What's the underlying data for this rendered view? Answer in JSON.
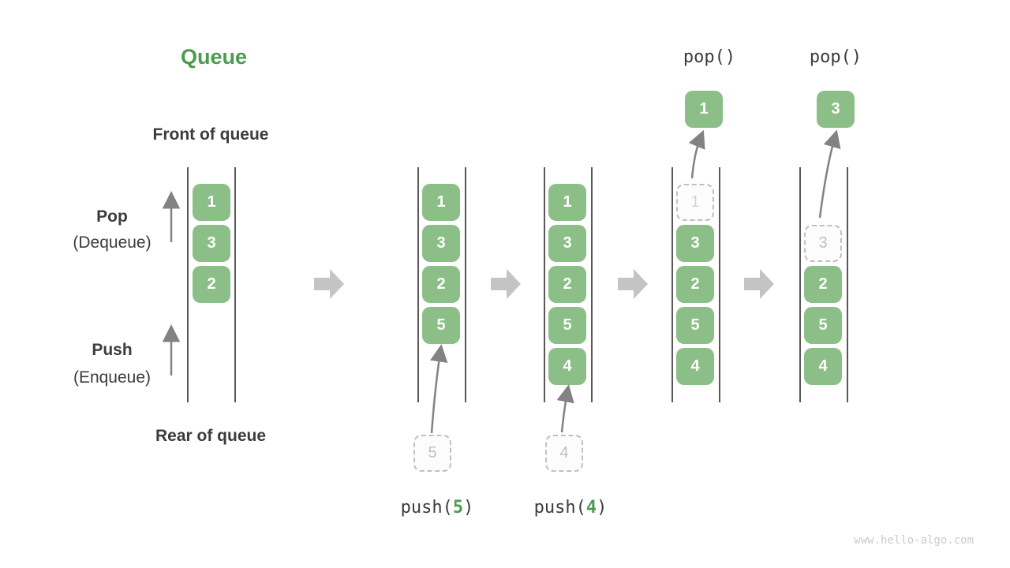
{
  "title": "Queue",
  "watermark": "www.hello-algo.com",
  "labels": {
    "front_of_queue": "Front of queue",
    "rear_of_queue": "Rear of queue",
    "pop": "Pop",
    "pop_sub": "(Dequeue)",
    "push": "Push",
    "push_sub": "(Enqueue)"
  },
  "columns": [
    {
      "boxes": [
        {
          "v": "1"
        },
        {
          "v": "3"
        },
        {
          "v": "2"
        }
      ]
    },
    {
      "boxes": [
        {
          "v": "1"
        },
        {
          "v": "3"
        },
        {
          "v": "2"
        },
        {
          "v": "5"
        }
      ]
    },
    {
      "boxes": [
        {
          "v": "1"
        },
        {
          "v": "3"
        },
        {
          "v": "2"
        },
        {
          "v": "5"
        },
        {
          "v": "4"
        }
      ]
    },
    {
      "boxes": [
        {
          "v": "1",
          "ghost": true
        },
        {
          "v": "3"
        },
        {
          "v": "2"
        },
        {
          "v": "5"
        },
        {
          "v": "4"
        }
      ]
    },
    {
      "boxes": [
        {
          "v": "3",
          "ghost": true
        },
        {
          "v": "2"
        },
        {
          "v": "5"
        },
        {
          "v": "4"
        }
      ]
    }
  ],
  "operations": {
    "push_5": {
      "fn": "push(",
      "arg": "5",
      "close": ")",
      "staged_value": "5"
    },
    "push_4": {
      "fn": "push(",
      "arg": "4",
      "close": ")",
      "staged_value": "4"
    },
    "pop_first": {
      "fn": "pop()",
      "result": "1"
    },
    "pop_second": {
      "fn": "pop()",
      "result": "3"
    }
  },
  "colors": {
    "box_green": "#8CBE87",
    "title_green": "#4C9B4F",
    "text_dark": "#3C3C3C",
    "wall_line": "#585858",
    "thin_arrow": "#828282",
    "block_arrow": "#C4C4C4",
    "ghost_border": "#C0C0C0",
    "ghost_text": "#C0C0C0",
    "ghost_text_faded": "#D4D4D4",
    "watermark_text": "#CBCBCB"
  }
}
